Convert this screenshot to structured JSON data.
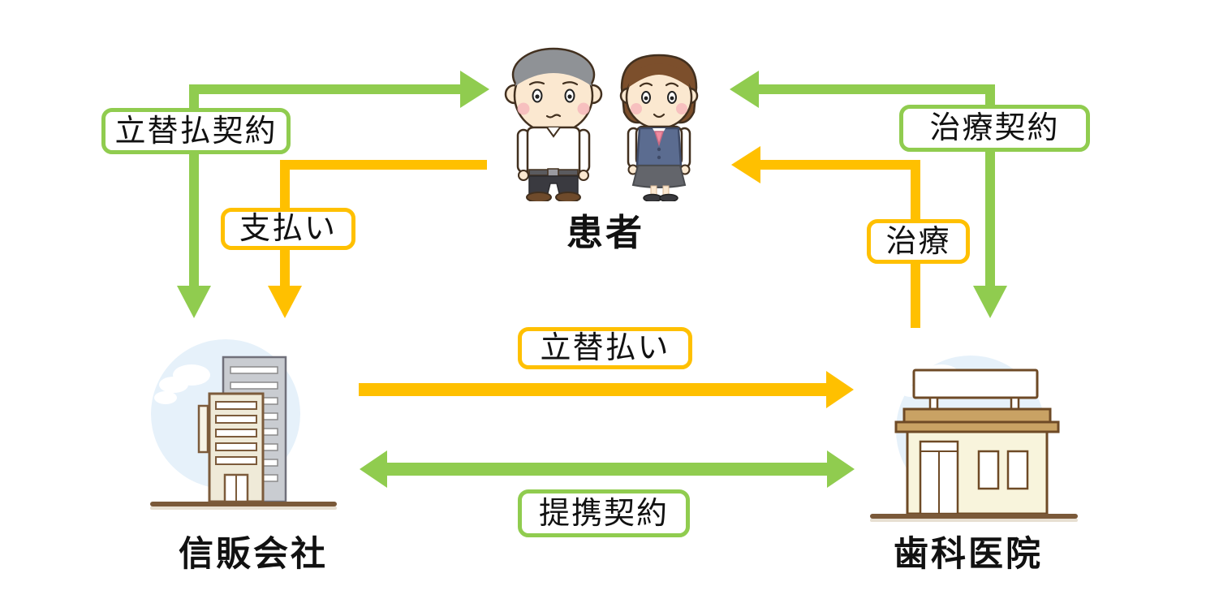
{
  "colors": {
    "green": "#90CC4F",
    "yellow": "#FFC000"
  },
  "entities": {
    "patient": {
      "label": "患者"
    },
    "credit_company": {
      "label": "信販会社"
    },
    "dental_clinic": {
      "label": "歯科医院"
    }
  },
  "arrows": {
    "installment_contract": {
      "label": "立替払契約",
      "color": "#90CC4F",
      "between": "信販会社 ↔ 患者",
      "heads": "both"
    },
    "payment": {
      "label": "支払い",
      "color": "#FFC000",
      "between": "患者 → 信販会社",
      "heads": "one"
    },
    "treatment_contract": {
      "label": "治療契約",
      "color": "#90CC4F",
      "between": "歯科医院 ↔ 患者",
      "heads": "both"
    },
    "treatment": {
      "label": "治療",
      "color": "#FFC000",
      "between": "歯科医院 → 患者",
      "heads": "one"
    },
    "advance_payment": {
      "label": "立替払い",
      "color": "#FFC000",
      "between": "信販会社 → 歯科医院",
      "heads": "one"
    },
    "partnership_contract": {
      "label": "提携契約",
      "color": "#90CC4F",
      "between": "信販会社 ↔ 歯科医院",
      "heads": "both"
    }
  }
}
